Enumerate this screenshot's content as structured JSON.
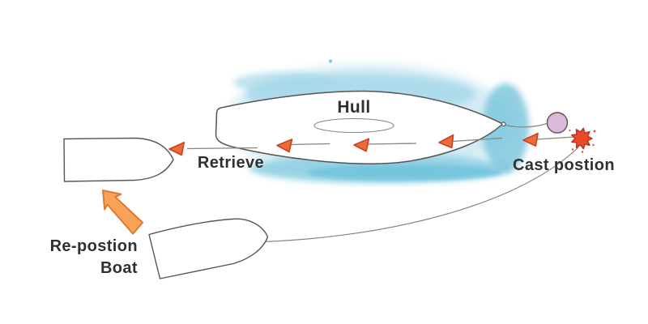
{
  "labels": {
    "hull": "Hull",
    "retrieve": "Retrieve",
    "cast_position": "Cast postion",
    "reposition_line1": "Re-postion",
    "reposition_line2": "Boat"
  },
  "icons": {
    "retrieve_arrowhead": "left-pointing-orange-triangle",
    "cast_splash": "red-orange-starburst",
    "float_marker": "lilac-circle",
    "reposition_arrow": "orange-block-arrow-up-left",
    "hull_bow_eye": "tiny-circle-loop"
  },
  "counts": {
    "retrieve_arrowheads": 5,
    "boats": 3
  },
  "colors": {
    "background": "#ffffff",
    "water_halo": "#cfe9f3",
    "water_top_band": "#a5d8e9",
    "water_bottom_band": "#8fd0e3",
    "water_dark_streak": "#6cc1db",
    "water_bow_crescent": "#7ec7dd",
    "retrieve_arrow_fill": "#ee6a38",
    "retrieve_arrow_stroke": "#c8431f",
    "reposition_arrow_fill": "#f7a258",
    "reposition_arrow_stroke": "#e0792c",
    "float_fill": "#dcb9da",
    "splash_fill": "#e84a2c",
    "splash_stroke": "#bb3317",
    "line_gray": "#8c8379",
    "outline_dark": "#555555",
    "text": "#303030"
  }
}
